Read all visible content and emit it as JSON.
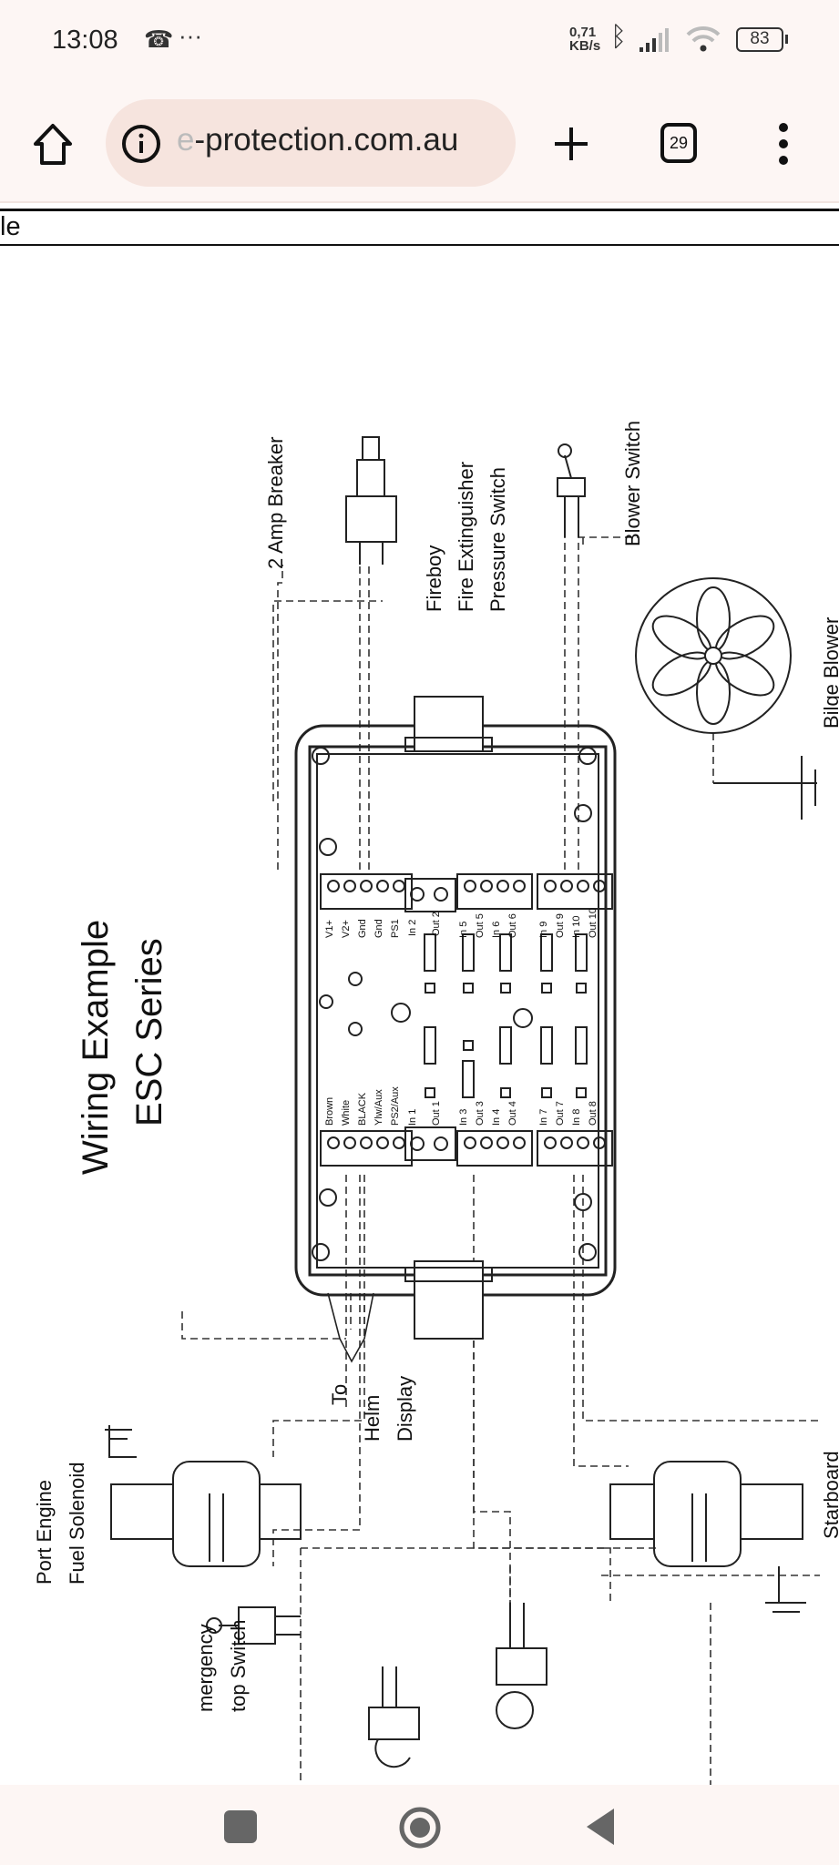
{
  "status_bar": {
    "time": "13:08",
    "more": "···",
    "net_speed_value": "0,71",
    "net_speed_unit": "KB/s",
    "battery": "83"
  },
  "browser": {
    "url_faded": "e",
    "url": "-protection.com.au",
    "tab_count": "29"
  },
  "page": {
    "header_fragment": "le"
  },
  "diagram": {
    "title_line1": "Wiring Example",
    "title_line2": "ESC Series",
    "breaker": "2 Amp Breaker",
    "fireboy": [
      "Fireboy",
      "Fire Extinguisher",
      "Pressure Switch"
    ],
    "blower_switch": "Blower Switch",
    "bilge_blower": "Bilge Blower",
    "helm": [
      "To",
      "Helm",
      "Display"
    ],
    "port_solenoid": [
      "Port Engine",
      "Fuel Solenoid"
    ],
    "emergency": [
      "mergency",
      "top Switch"
    ],
    "starboard": "Starboard",
    "terminals_left_top": [
      "V1+",
      "V2+",
      "Gnd",
      "Gnd",
      "PS1"
    ],
    "terminals_left_bottom": [
      "Brown",
      "White",
      "BLACK",
      "Ylw/Aux",
      "PS2/Aux"
    ],
    "in2": [
      "In 2",
      "Out 2"
    ],
    "in1": [
      "In 1",
      "Out 1"
    ],
    "block_5_6": [
      "In 5",
      "Out 5",
      "In 6",
      "Out 6"
    ],
    "block_3_4": [
      "In 3",
      "Out 3",
      "In 4",
      "Out 4"
    ],
    "block_9_10": [
      "In 9",
      "Out 9",
      "In 10",
      "Out 10"
    ],
    "block_7_8": [
      "In 7",
      "Out 7",
      "In 8",
      "Out 8"
    ]
  }
}
